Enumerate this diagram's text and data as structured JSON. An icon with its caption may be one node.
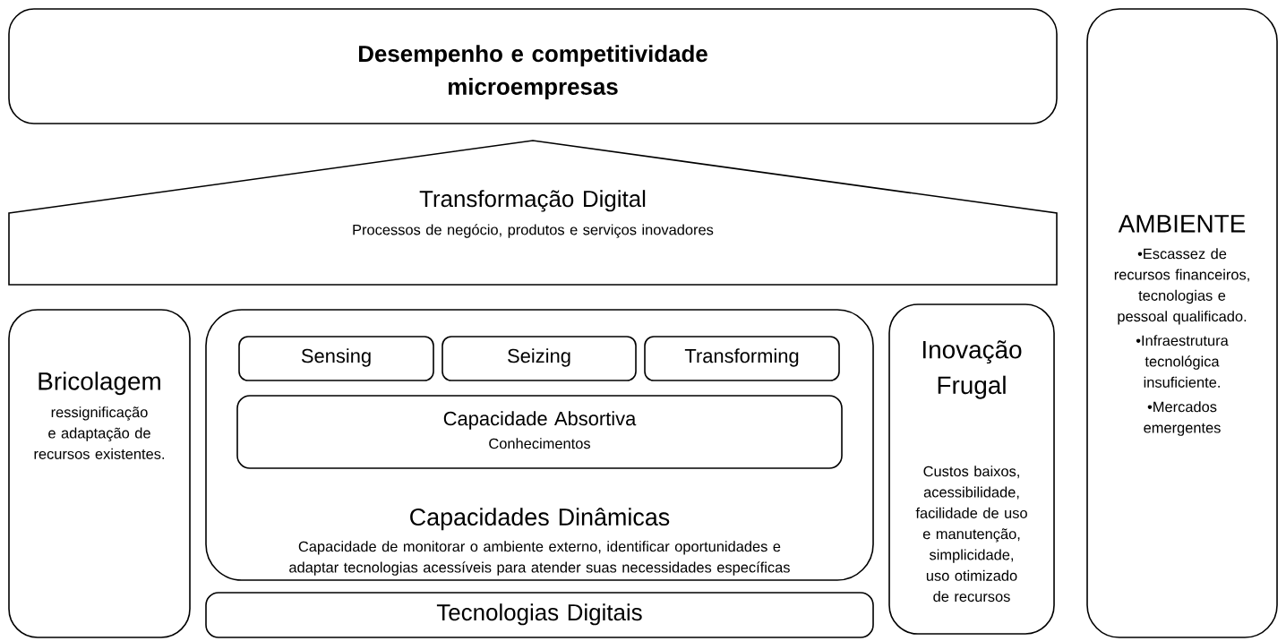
{
  "diagram": {
    "nodes": [
      {
        "text": [
          "Desempenho e competitividade microempresas"
        ]
      },
      {
        "text": [
          "Transformação Digital",
          "Processos de negócio, produtos e serviços inovadores"
        ]
      },
      {
        "text": [
          "Bricolagem",
          "ressignificação e adaptação de recursos existentes."
        ]
      },
      {
        "text": [
          "Capacidades Dinâmicas",
          "Capacidade de monitorar o ambiente externo, identificar oportunidades e adaptar tecnologias acessíveis para atender suas necessidades específicas"
        ]
      },
      {
        "text": [
          "Sensing"
        ],
        "in": 3
      },
      {
        "text": [
          "Seizing"
        ],
        "in": 3
      },
      {
        "text": [
          "Transforming"
        ],
        "in": 3
      },
      {
        "text": [
          "Capacidade Absortiva",
          "Conhecimentos"
        ],
        "in": 3
      },
      {
        "text": [
          "Tecnologias Digitais"
        ]
      },
      {
        "text": [
          "Inovação Frugal",
          "Custos baixos, acessibilidade, facilidade de uso e manutenção, simplicidade, uso otimizado de recursos"
        ]
      },
      {
        "text": [
          "AMBIENTE",
          "•Escassez de recursos financeiros, tecnologias e pessoal qualificado.",
          "•Infraestrutura tecnológica insuficiente.",
          "•Mercados emergentes"
        ]
      }
    ],
    "edges": []
  }
}
